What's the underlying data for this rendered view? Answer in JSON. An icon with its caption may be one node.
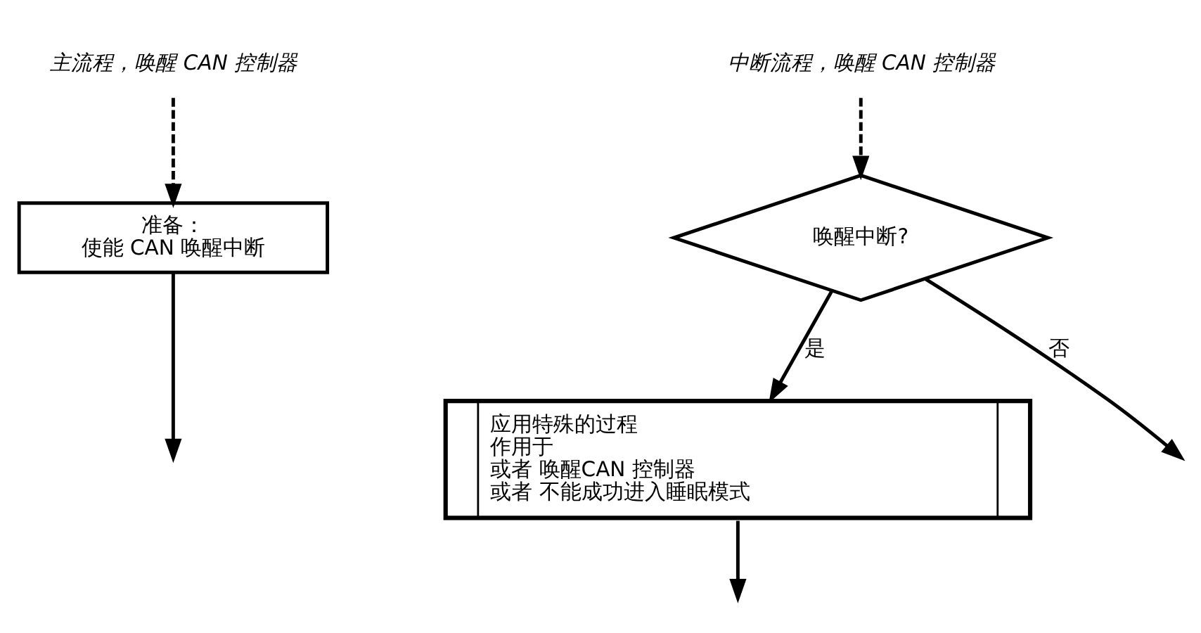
{
  "diagram": {
    "nodes": [
      {
        "text": [
          "主流程，唤醒 CAN 控制器"
        ]
      },
      {
        "text": [
          "准备：",
          "使能 CAN 唤醒中断"
        ]
      },
      {
        "text": [
          "中断流程，唤醒 CAN 控制器"
        ]
      },
      {
        "text": [
          "唤醒中断?"
        ]
      },
      {
        "text": [
          "应用特殊的过程",
          "作用于",
          "或者 唤醒CAN 控制器",
          "或者 不能成功进入睡眠模式"
        ]
      }
    ],
    "edges": [
      {
        "from": 0,
        "to": 1,
        "arrow": "to",
        "style": "dashed"
      },
      {
        "from": 1,
        "to": null,
        "arrow": "to"
      },
      {
        "from": 2,
        "to": 3,
        "arrow": "to",
        "style": "dashed"
      },
      {
        "from": 3,
        "to": 4,
        "label": "是",
        "arrow": "to"
      },
      {
        "from": 3,
        "to": null,
        "label": "否",
        "arrow": "to"
      },
      {
        "from": 4,
        "to": null,
        "arrow": "to"
      }
    ]
  }
}
